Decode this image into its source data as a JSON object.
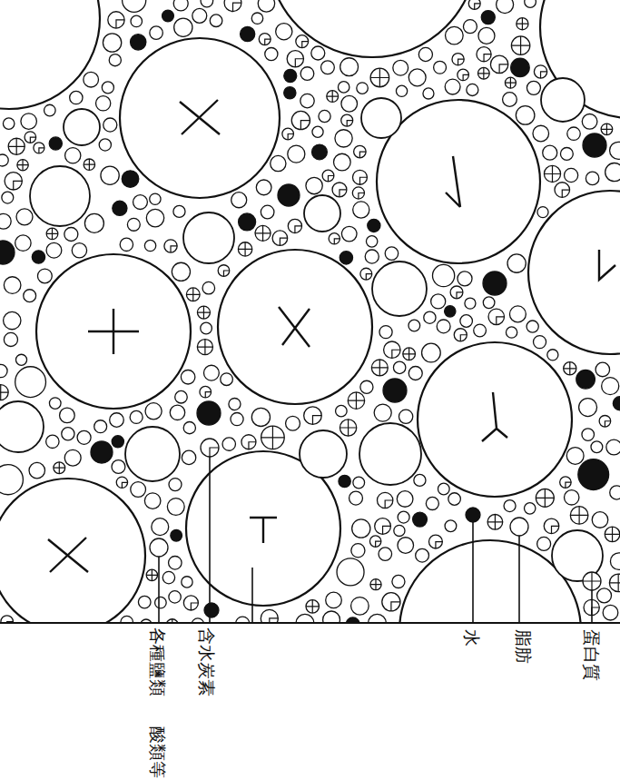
{
  "diagram": {
    "labels": [
      "蛋白質",
      "脂肪",
      "水",
      "含水炭素",
      "各種鹽類 酸類等"
    ]
  }
}
